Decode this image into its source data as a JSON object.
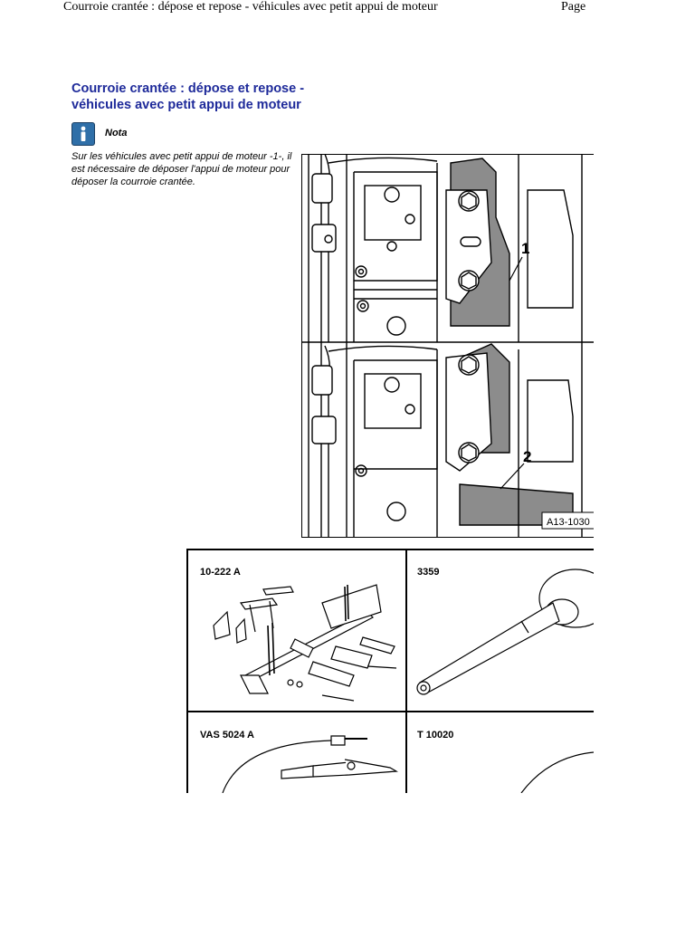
{
  "header": {
    "title": "Courroie crantée : dépose et repose - véhicules avec petit appui de moteur",
    "page_label": "Page"
  },
  "doc": {
    "title": "Courroie crantée : dépose et repose - véhicules avec petit appui de moteur"
  },
  "note": {
    "label": "Nota",
    "icon": "info-icon",
    "text": "Sur les véhicules avec petit appui de moteur -1-, il est nécessaire de déposer l'appui de moteur pour déposer la courroie crantée."
  },
  "figure": {
    "callout_1": "1",
    "callout_2": "2",
    "reference": "A13-1030"
  },
  "tools": [
    {
      "code": "10-222 A"
    },
    {
      "code": "3359"
    },
    {
      "code": "VAS 5024 A"
    },
    {
      "code": "T 10020"
    }
  ]
}
